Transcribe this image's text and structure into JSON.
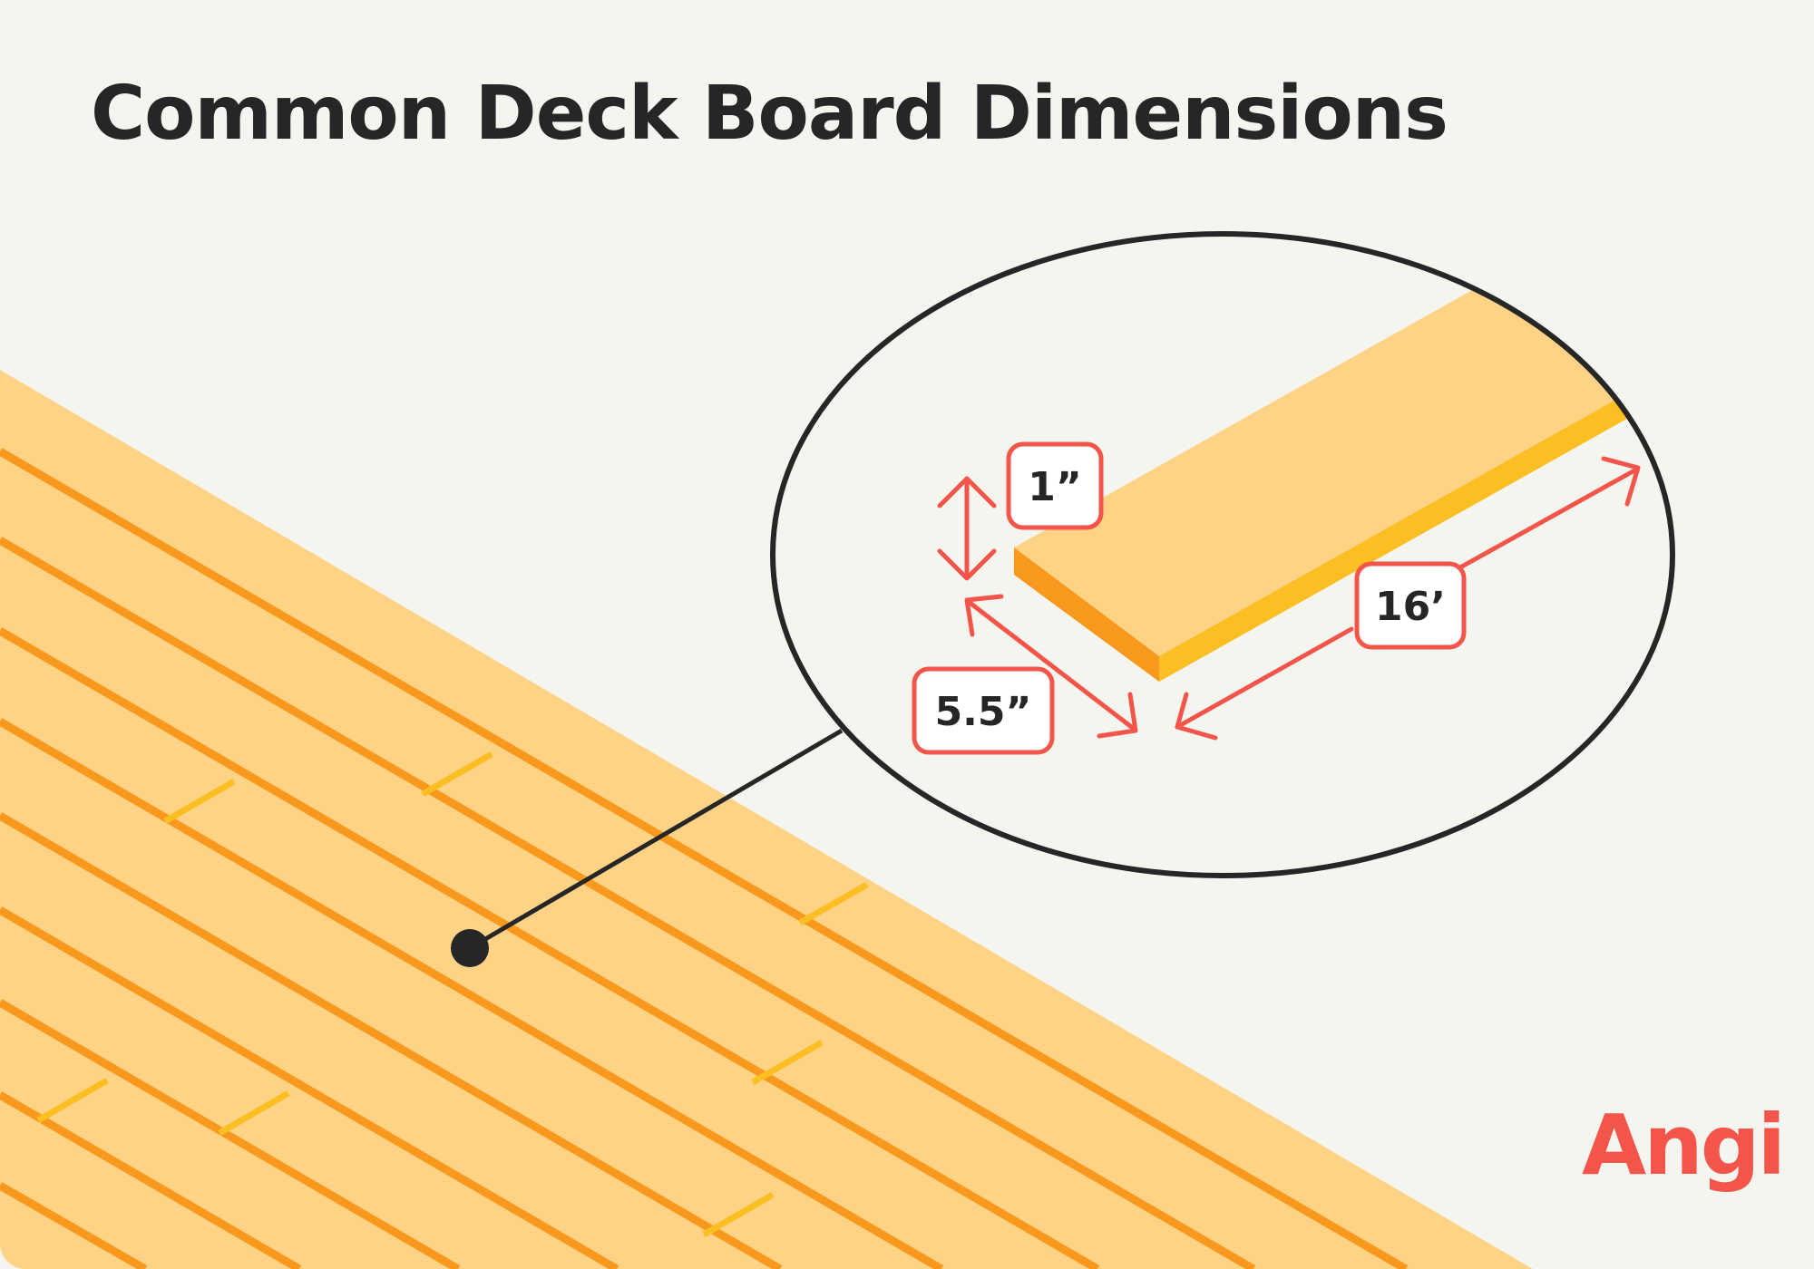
{
  "title": "Common Deck Board Dimensions",
  "dimensions": {
    "thickness": "1”",
    "width": "5.5”",
    "length": "16’"
  },
  "brand": "Angi",
  "colors": {
    "background": "#f5f5f0",
    "board": "#fed386",
    "board_edge": "#f8981d",
    "seam": "#fbbf24",
    "dimension_accent": "#f4554b",
    "ink": "#262626"
  }
}
